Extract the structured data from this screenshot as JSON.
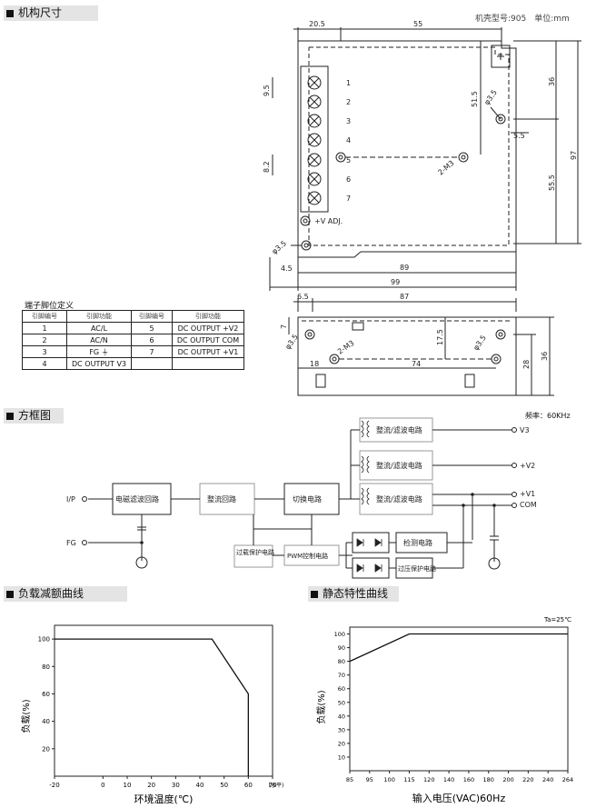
{
  "sections": {
    "mechanical": "机构尺寸",
    "block": "方框图",
    "derating": "负载减额曲线",
    "static": "静态特性曲线"
  },
  "case_info": "机壳型号:905　单位:mm",
  "freq": "频率：60KHz",
  "pin_table": {
    "title": "端子脚位定义",
    "headers": [
      "引脚编号",
      "引脚功能",
      "引脚编号",
      "引脚功能"
    ],
    "rows": [
      [
        "1",
        "AC/L",
        "5",
        "DC OUTPUT +V2"
      ],
      [
        "2",
        "AC/N",
        "6",
        "DC OUTPUT COM"
      ],
      [
        "3",
        "FG ⏚",
        "7",
        "DC OUTPUT +V1"
      ],
      [
        "4",
        "DC OUTPUT V3",
        "",
        ""
      ]
    ]
  },
  "dims_top": {
    "d205": "20.5",
    "d55": "55",
    "d95": "9.5",
    "d82": "8.2",
    "d515": "51.5",
    "d35a": "φ3.5",
    "d55b": "5.5",
    "d36": "36",
    "d97": "97",
    "d555": "55.5",
    "m3": "2-M3",
    "d35b": "φ3.5",
    "d45": "4.5",
    "d89": "89",
    "d99": "99",
    "vadj": "+V ADJ.",
    "terminals": [
      "1",
      "2",
      "3",
      "4",
      "5",
      "6",
      "7"
    ]
  },
  "dims_side": {
    "d65": "6.5",
    "d87": "87",
    "d7": "7",
    "d35a": "φ3.5",
    "m3": "2-M3",
    "d175": "17.5",
    "d35b": "φ3.5",
    "d28": "28",
    "d36": "36",
    "d18": "18",
    "d74": "74"
  },
  "block_diagram": {
    "emi": "电磁滤波回路",
    "rect": "整流回路",
    "switch": "切换电路",
    "out1": "整流/滤波电路",
    "out2": "整流/滤波电路",
    "out3": "整流/滤波电路",
    "ovp": "过载保护电路",
    "pwm": "PWM控制电路",
    "detect": "检测电路",
    "ovp2": "过压保护电路",
    "ip": "I/P",
    "fg": "FG",
    "v3": "V3",
    "v2": "+V2",
    "v1": "+V1",
    "com": "COM"
  },
  "chart_data": [
    {
      "type": "line",
      "title": "负载减额曲线",
      "xlabel": "环境温度(℃)",
      "ylabel": "负载(%)",
      "x_unit": "(水平)",
      "x_ticks": [
        "-20",
        "0",
        "10",
        "20",
        "30",
        "40",
        "50",
        "60",
        "70"
      ],
      "y_ticks": [
        "100",
        "80",
        "60",
        "40",
        "20"
      ],
      "xlim": [
        -20,
        70
      ],
      "ylim": [
        0,
        110
      ],
      "series": [
        {
          "x": [
            -20,
            45,
            60,
            60
          ],
          "y": [
            100,
            100,
            60,
            0
          ]
        }
      ]
    },
    {
      "type": "line",
      "title": "静态特性曲线",
      "xlabel": "输入电压(VAC)60Hz",
      "ylabel": "负载(%)",
      "annotation": "Ta=25℃",
      "x_ticks": [
        "85",
        "95",
        "100",
        "115",
        "120",
        "140",
        "160",
        "180",
        "200",
        "220",
        "240",
        "264"
      ],
      "y_ticks": [
        "100",
        "90",
        "80",
        "70",
        "60",
        "50",
        "40",
        "30",
        "20",
        "10"
      ],
      "ylim": [
        0,
        105
      ],
      "series": [
        {
          "x_index": [
            0,
            3,
            11
          ],
          "y": [
            80,
            100,
            100
          ]
        }
      ]
    }
  ]
}
